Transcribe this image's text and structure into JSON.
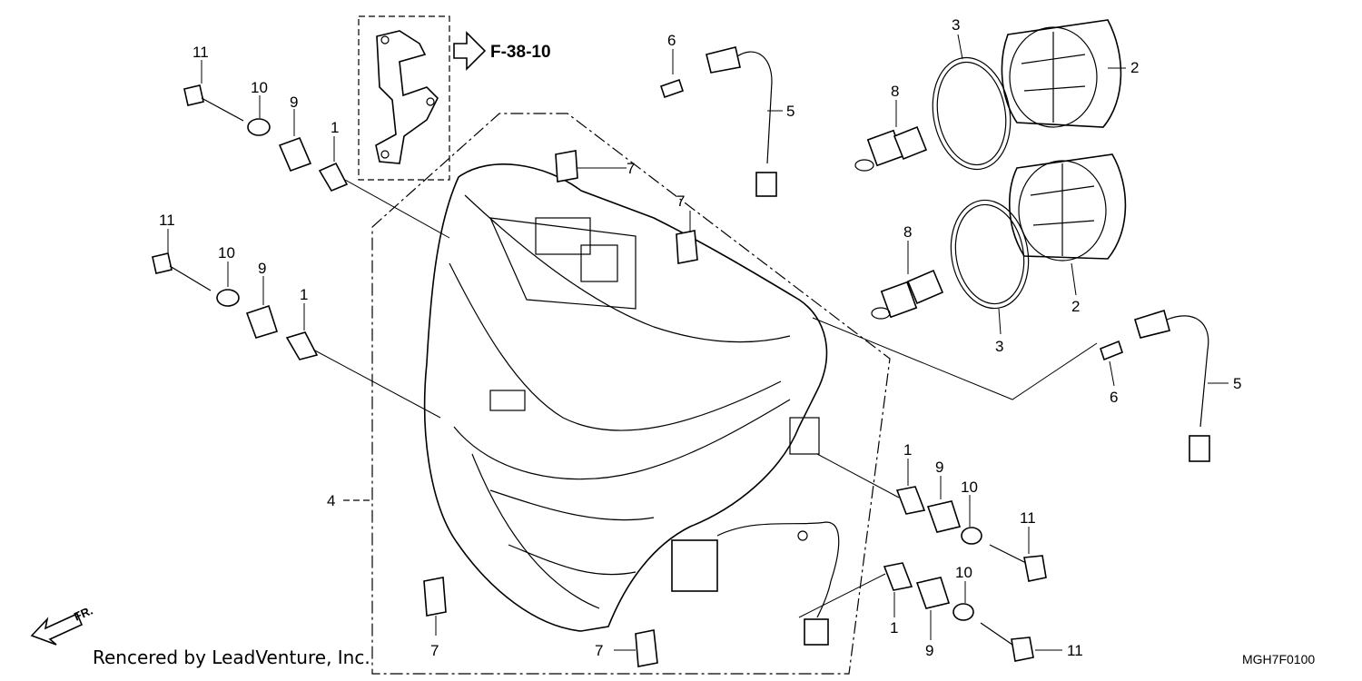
{
  "reference": {
    "label": "F-38-10"
  },
  "callouts": {
    "c1_a": "1",
    "c1_b": "1",
    "c1_c": "1",
    "c1_d": "1",
    "c2_a": "2",
    "c2_b": "2",
    "c3_a": "3",
    "c3_b": "3",
    "c4": "4",
    "c5_a": "5",
    "c5_b": "5",
    "c6_a": "6",
    "c6_b": "6",
    "c7_a": "7",
    "c7_b": "7",
    "c7_c": "7",
    "c7_d": "7",
    "c8_a": "8",
    "c8_b": "8",
    "c9_a": "9",
    "c9_b": "9",
    "c9_c": "9",
    "c9_d": "9",
    "c10_a": "10",
    "c10_b": "10",
    "c10_c": "10",
    "c10_d": "10",
    "c11_a": "11",
    "c11_b": "11",
    "c11_c": "11",
    "c11_d": "11"
  },
  "direction": {
    "label": "FR."
  },
  "footer": {
    "credit": "Rencered by LeadVenture, Inc.",
    "diagram_code": "MGH7F0100"
  }
}
